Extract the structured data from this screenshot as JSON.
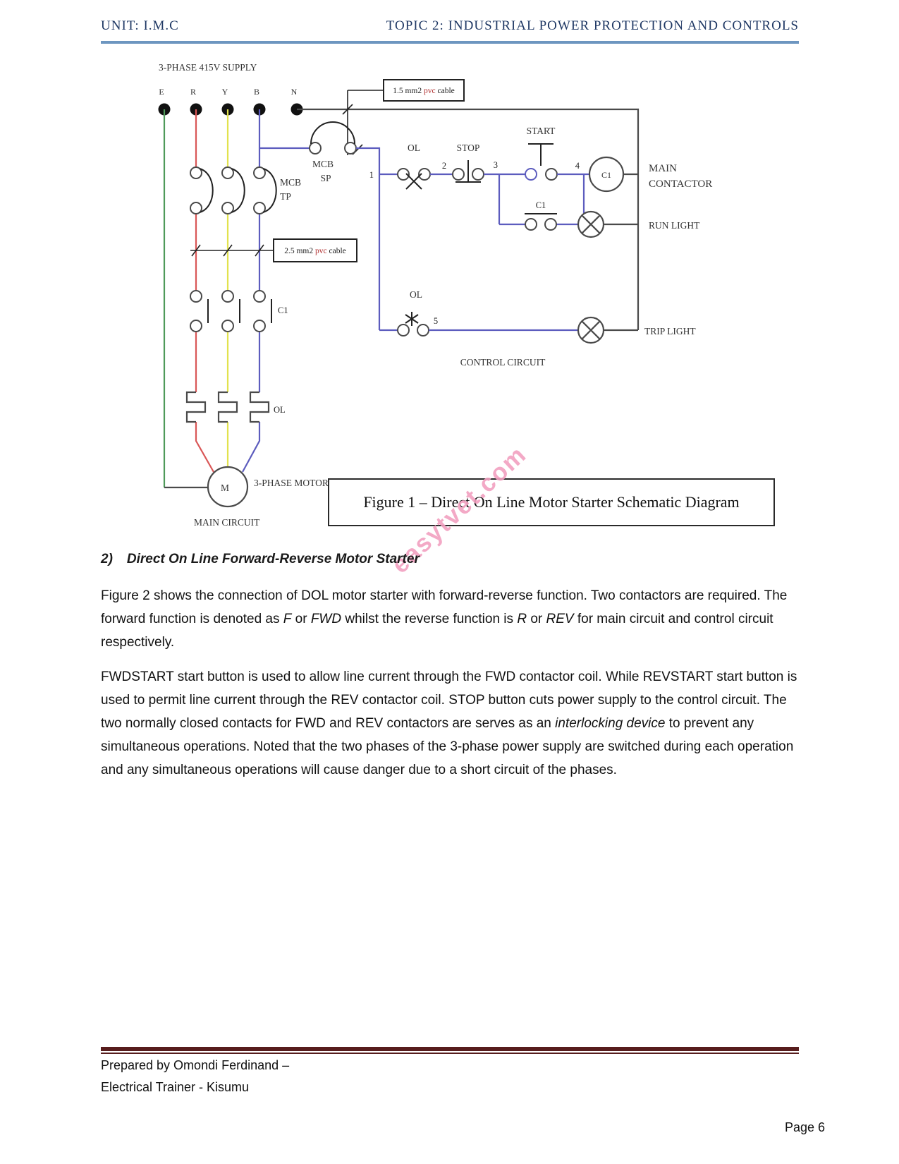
{
  "header": {
    "unit": "UNIT: I.M.C",
    "topic": "TOPIC 2: INDUSTRIAL POWER PROTECTION AND CONTROLS"
  },
  "diagram": {
    "supply_title": "3-PHASE 415V SUPPLY",
    "terminals": {
      "e": "E",
      "r": "R",
      "y": "Y",
      "b": "B",
      "n": "N"
    },
    "cable_top": {
      "size": "1.5 mm2 ",
      "pvc": "pvc",
      "rest": " cable"
    },
    "cable_mid": {
      "size": "2.5 mm2 ",
      "pvc": "pvc",
      "rest": " cable"
    },
    "mcb_sp_line1": "MCB",
    "mcb_sp_line2": "SP",
    "mcb_tp_line1": "MCB",
    "mcb_tp_line2": "TP",
    "n1": "1",
    "n2": "2",
    "n3": "3",
    "n4": "4",
    "n5": "5",
    "ol_nc": "OL",
    "stop": "STOP",
    "start": "START",
    "coil": "C1",
    "aux": "C1",
    "main_contacts": "C1",
    "main_contactor_line1": "MAIN",
    "main_contactor_line2": "CONTACTOR",
    "run_light": "RUN LIGHT",
    "trip_light": "TRIP LIGHT",
    "ol_no": "OL",
    "ol_heater": "OL",
    "control_circuit": "CONTROL CIRCUIT",
    "main_circuit": "MAIN CIRCUIT",
    "motor_m": "M",
    "motor_label": "3-PHASE MOTOR"
  },
  "caption": "Figure 1 – Direct On Line Motor Starter Schematic Diagram",
  "watermark": "easytvet.com",
  "section": {
    "number": "2)",
    "title": "Direct On Line Forward-Reverse Motor Starter"
  },
  "paragraphs": [
    {
      "segments": [
        {
          "t": "Figure 2 shows the connection of DOL motor starter with forward-reverse function. Two contactors are required. The forward function is denoted as "
        },
        {
          "t": "F",
          "i": true
        },
        {
          "t": " or "
        },
        {
          "t": "FWD",
          "i": true
        },
        {
          "t": " whilst the reverse function is "
        },
        {
          "t": "R",
          "i": true
        },
        {
          "t": " or "
        },
        {
          "t": "REV",
          "i": true
        },
        {
          "t": " for main circuit and control circuit respectively."
        }
      ]
    },
    {
      "segments": [
        {
          "t": "FWDSTART start button is used to allow line current through the FWD contactor coil. While REVSTART start button is used to permit line current through the REV contactor coil. STOP button cuts power supply to the control circuit. The two normally closed contacts for FWD and REV contactors are serves as an "
        },
        {
          "t": "interlocking device",
          "i": true
        },
        {
          "t": " to prevent any simultaneous operations. Noted that the two phases of the 3-phase power supply are switched during each operation and any simultaneous operations will cause danger due to a short circuit of the phases."
        }
      ]
    }
  ],
  "footer": {
    "line1": "Prepared by Omondi Ferdinand –",
    "line2": "Electrical Trainer - Kisumu",
    "page": "Page 6"
  },
  "colors": {
    "phase-red": "#d95757",
    "phase-yellow": "#e2e24e",
    "phase-blue": "#5c5cbe",
    "earth-green": "#4e9a5a",
    "wire": "#4a4a4a",
    "pvc-red": "#b03030",
    "watermark-pink": "#f2a0c0",
    "header-navy": "#1f3864",
    "rule-blue": "#6d96c0",
    "footer-maroon": "#571d1d"
  }
}
